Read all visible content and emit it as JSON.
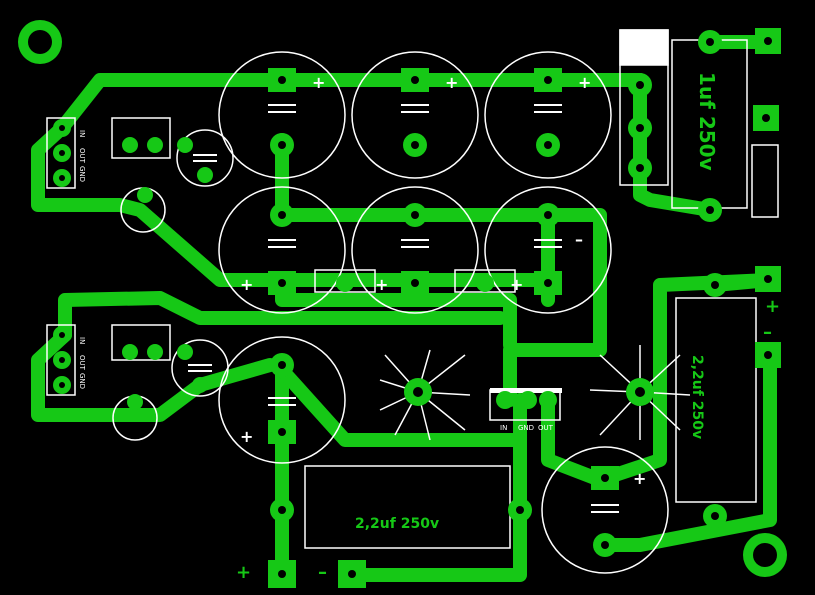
{
  "colors": {
    "background": "#000000",
    "copper": "#16C816",
    "silk": "#FFFFFF",
    "label": "#16C816"
  },
  "labels": {
    "cap_box_top_right": "1uf 250v",
    "cap_box_right": "2,2uf 250v",
    "cap_box_bottom": "2,2uf 250v",
    "reg_left_top": {
      "in": "IN",
      "out": "OUT",
      "gnd": "GND"
    },
    "reg_left_bottom": {
      "in": "IN",
      "out": "OUT",
      "gnd": "GND"
    },
    "reg_center": {
      "in": "IN",
      "gnd": "GND",
      "out": "OUT"
    },
    "polarity": {
      "plus": "+",
      "minus": "–"
    }
  }
}
